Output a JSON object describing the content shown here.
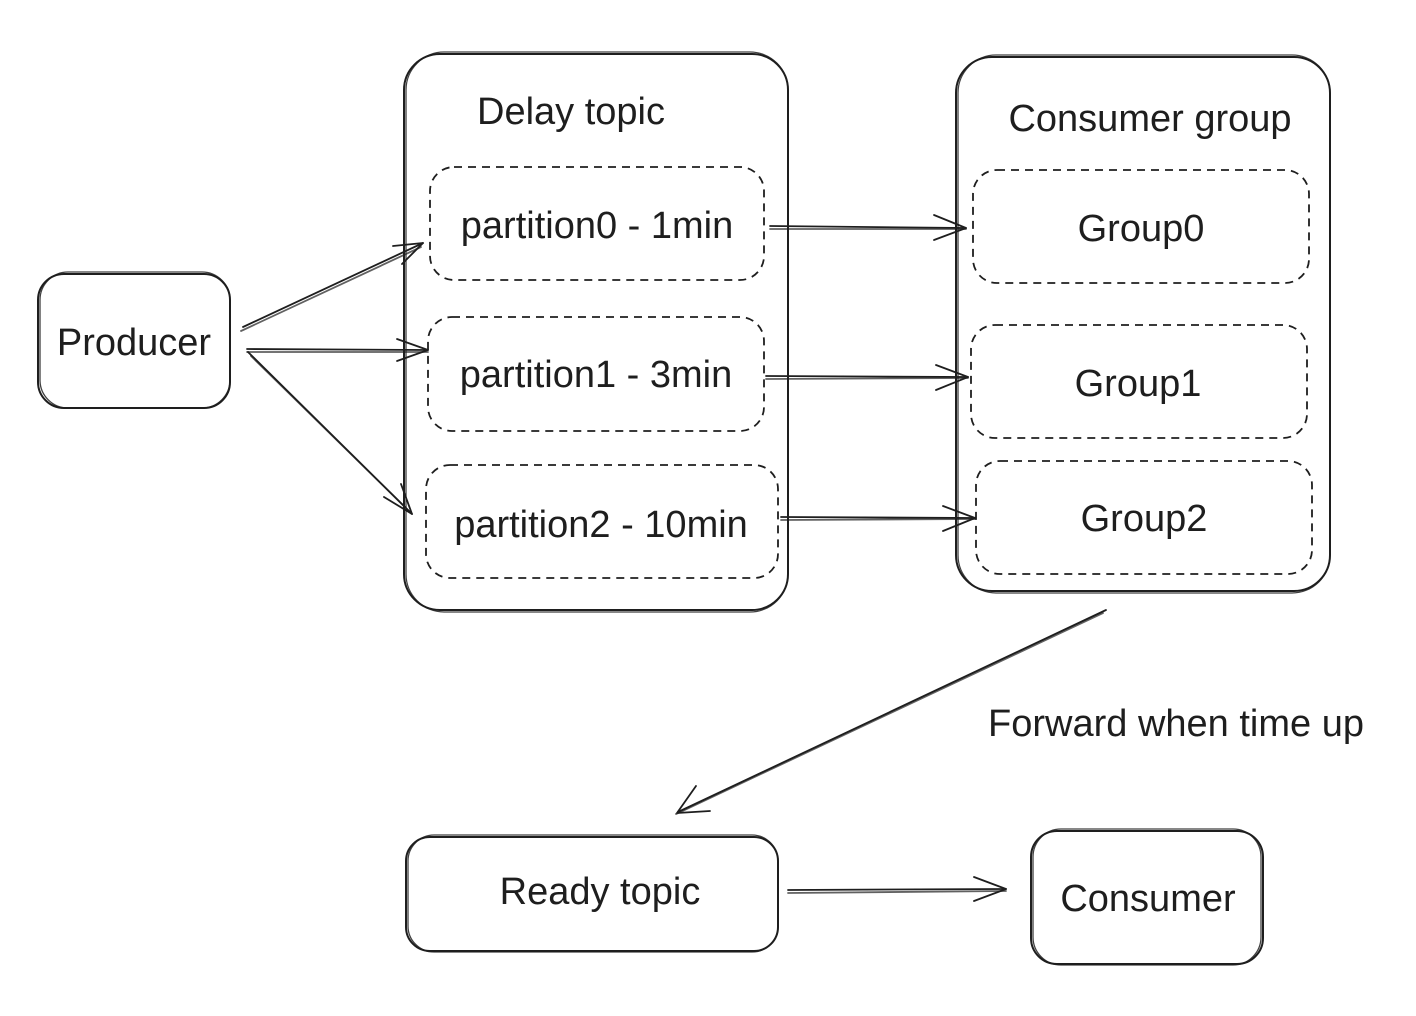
{
  "nodes": {
    "producer": "Producer",
    "delay_topic": "Delay topic",
    "partitions": [
      "partition0 - 1min",
      "partition1 - 3min",
      "partition2 - 10min"
    ],
    "consumer_group": "Consumer group",
    "groups": [
      "Group0",
      "Group1",
      "Group2"
    ],
    "ready_topic": "Ready topic",
    "consumer": "Consumer"
  },
  "edges": {
    "forward_label": "Forward when time up"
  }
}
